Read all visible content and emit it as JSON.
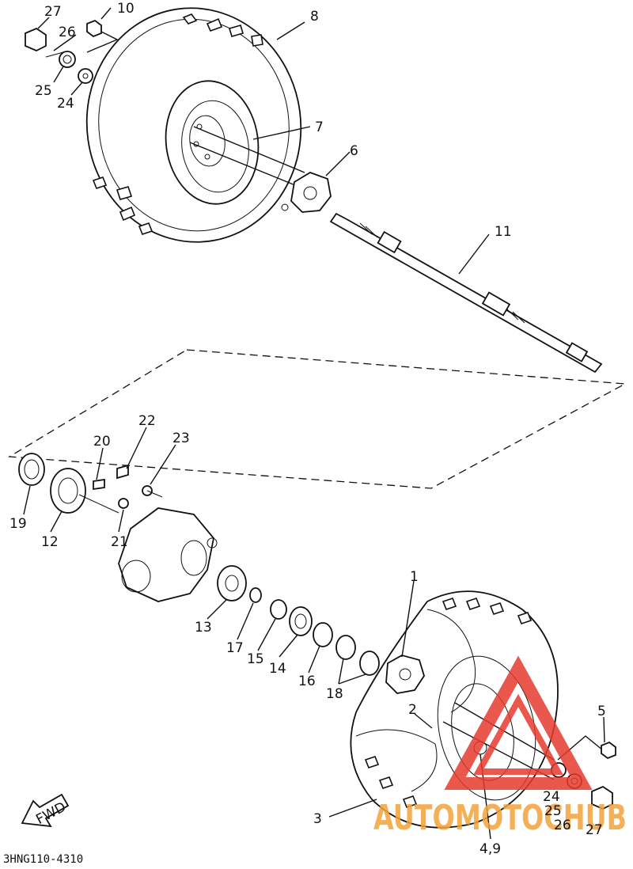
{
  "diagram": {
    "doc_code": "3HNG110-4310",
    "fwd_label": "FWD",
    "labels": {
      "p1": "1",
      "p2": "2",
      "p3": "3",
      "p4_9": "4,9",
      "p5": "5",
      "p6": "6",
      "p7": "7",
      "p8": "8",
      "p10": "10",
      "p11": "11",
      "p12": "12",
      "p13": "13",
      "p14": "14",
      "p15": "15",
      "p16": "16",
      "p17": "17",
      "p18": "18",
      "p19": "19",
      "p20": "20",
      "p21": "21",
      "p22": "22",
      "p23": "23",
      "p24_top": "24",
      "p25_top": "25",
      "p26_top": "26",
      "p27_top": "27",
      "p24_bot": "24",
      "p25_bot": "25",
      "p26_bot": "26",
      "p27_bot": "27"
    },
    "watermark": {
      "text": "AUTOMOTOCHUB",
      "color_red": "#e63a2e",
      "color_orange": "#f2a33a"
    }
  }
}
